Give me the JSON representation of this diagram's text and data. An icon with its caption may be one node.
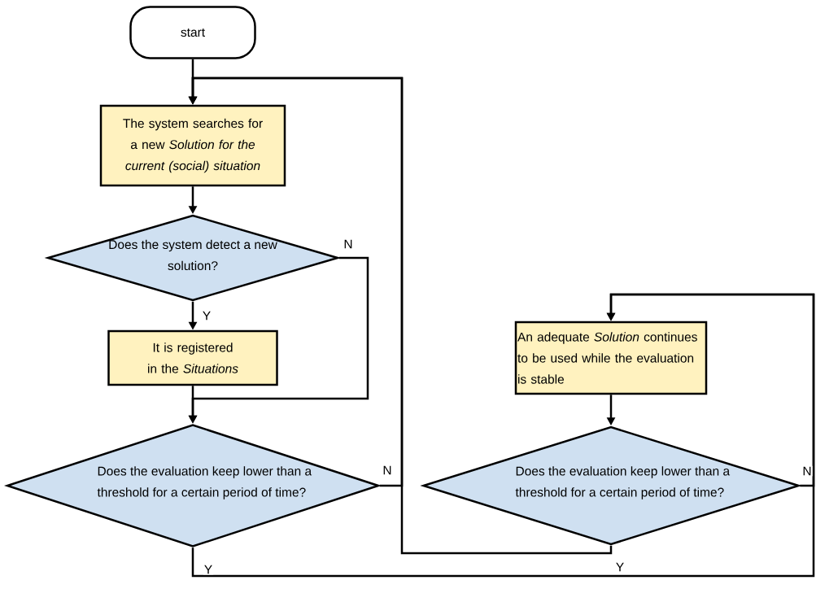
{
  "diagram": {
    "nodes": [
      {
        "text": [
          "start"
        ]
      },
      {
        "text": [
          "The system searches for a new *Solution for the current (social) situation*"
        ]
      },
      {
        "text": [
          "Does the system detect a new solution?"
        ]
      },
      {
        "text": [
          "It is registered in the *Situations*"
        ]
      },
      {
        "text": [
          "Does the evaluation keep lower than a threshold for a certain period of time?"
        ]
      },
      {
        "text": [
          "An adequate *Solution* continues to be used while the evaluation is stable"
        ]
      },
      {
        "text": [
          "Does the evaluation keep lower than a threshold for a certain period of time?"
        ]
      }
    ],
    "edges": [
      {
        "from": 0,
        "to": 1,
        "arrow": "to"
      },
      {
        "from": 1,
        "to": 2,
        "arrow": "to"
      },
      {
        "from": 2,
        "to": 3,
        "arrow": "to",
        "label": "Y"
      },
      {
        "from": 2,
        "to": 4,
        "arrow": "to",
        "label": "N"
      },
      {
        "from": 3,
        "to": 4,
        "arrow": "to"
      },
      {
        "from": 4,
        "to": 1,
        "arrow": "to",
        "label": "N"
      },
      {
        "from": 4,
        "to": 5,
        "arrow": "to",
        "label": "Y"
      },
      {
        "from": 5,
        "to": 6,
        "arrow": "to"
      },
      {
        "from": 6,
        "to": 5,
        "arrow": "to",
        "label": "N"
      },
      {
        "from": 6,
        "to": 1,
        "arrow": "to",
        "label": "Y"
      }
    ]
  }
}
